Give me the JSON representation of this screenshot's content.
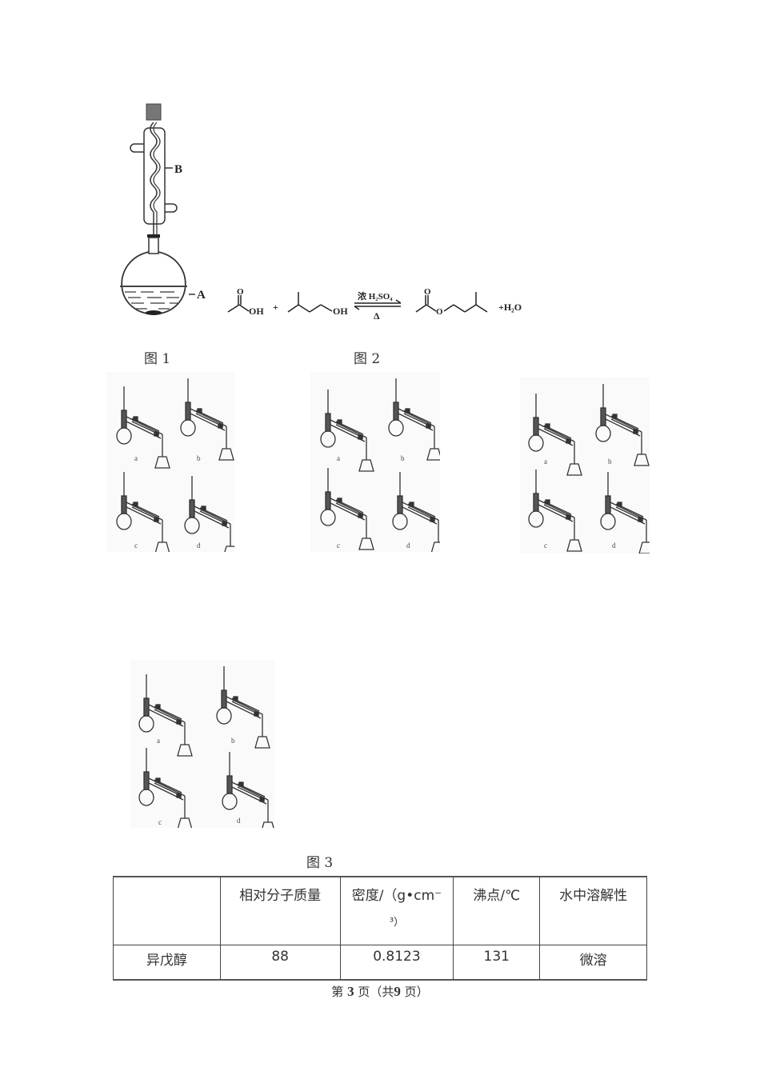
{
  "figure1": {
    "caption": "图 1",
    "labels": {
      "condenser": "B",
      "flask": "A"
    }
  },
  "figure2": {
    "caption": "图 2",
    "reaction": {
      "reactant1_group": "OH",
      "plus1": "+",
      "reactant2_group": "OH",
      "catalyst": "浓 H₂SO₄",
      "condition": "Δ",
      "ester_o": "O",
      "product2": "+H₂O"
    }
  },
  "figure3": {
    "caption": "图 3",
    "panel_labels": [
      "a",
      "b",
      "c",
      "d"
    ]
  },
  "table": {
    "headers": [
      "",
      "相对分子质量",
      "密度/（g•cm⁻",
      "沸点/℃",
      "水中溶解性"
    ],
    "header_density_line2": "³）",
    "rows": [
      [
        "异戊醇",
        "88",
        "0.8123",
        "131",
        "微溶"
      ]
    ]
  },
  "footer": {
    "prefix": "第",
    "page": "3",
    "middle": "页（共",
    "total": "9",
    "suffix": "页）"
  }
}
